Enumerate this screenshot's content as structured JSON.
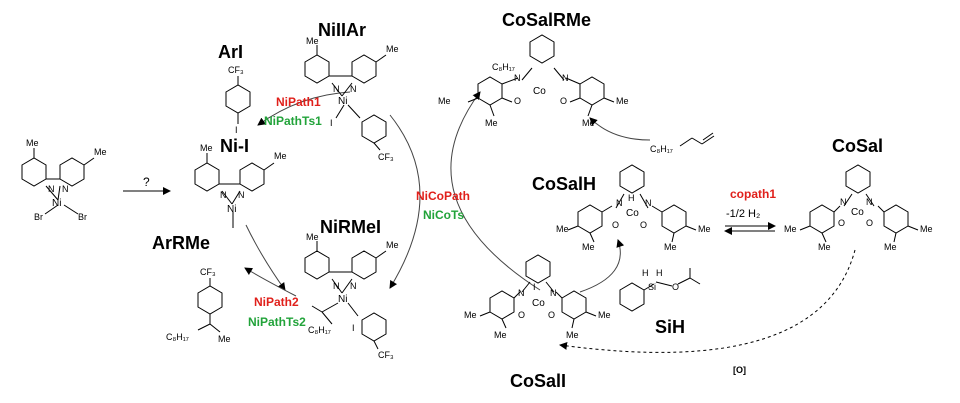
{
  "species": {
    "ari": "ArI",
    "niiiar": "NiIIAr",
    "nii": "Ni-I",
    "arrme": "ArRMe",
    "nirmei": "NiRMeI",
    "cosalrme": "CoSalRMe",
    "cosalh": "CoSalH",
    "cosal": "CoSal",
    "cosali": "CoSalI",
    "sih": "SiH"
  },
  "steps": {
    "nipath1": "NiPath1",
    "nipathts1": "NiPathTs1",
    "nipath2": "NiPath2",
    "nipathts2": "NiPathTs2",
    "nicopath": "NiCoPath",
    "nicots": "NiCoTs",
    "copath1": "copath1"
  },
  "arrow_labels": {
    "question": "?",
    "h2": "-1/2 H₂",
    "oxidation": "[O]"
  },
  "atoms": {
    "me": "Me",
    "ni": "Ni",
    "br": "Br",
    "i": "I",
    "n": "N",
    "o": "O",
    "co": "Co",
    "h": "H",
    "si": "Si",
    "cf3": "CF₃",
    "c8h17": "C₈H₁₇"
  },
  "colors": {
    "step_red": "#e0201b",
    "step_green": "#22a33a",
    "ink": "#000000"
  }
}
